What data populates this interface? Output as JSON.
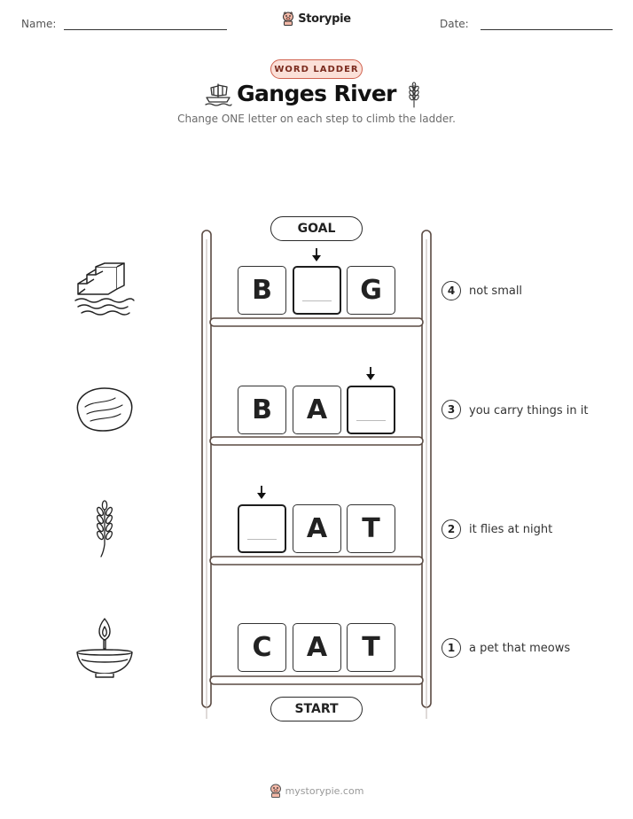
{
  "header": {
    "name_label": "Name:",
    "date_label": "Date:",
    "brand": "Storypie"
  },
  "badge": "WORD LADDER",
  "title": "Ganges River",
  "instructions": "Change ONE letter on each step to climb the ladder.",
  "goal_label": "GOAL",
  "start_label": "START",
  "rungs": [
    {
      "number": "4",
      "clue": "not small",
      "letters": [
        "B",
        "",
        "G"
      ],
      "icon": "river-steps-icon"
    },
    {
      "number": "3",
      "clue": "you carry things in it",
      "letters": [
        "B",
        "A",
        ""
      ],
      "icon": "bag-icon"
    },
    {
      "number": "2",
      "clue": "it flies at night",
      "letters": [
        "",
        "A",
        "T"
      ],
      "icon": "wheat-icon"
    },
    {
      "number": "1",
      "clue": "a pet that meows",
      "letters": [
        "C",
        "A",
        "T"
      ],
      "icon": "diya-lamp-icon"
    }
  ],
  "footer": "mystorypie.com",
  "colors": {
    "badge_fill": "#fbe0d8",
    "badge_border": "#d0614e",
    "ladder": "#5a4a42"
  }
}
